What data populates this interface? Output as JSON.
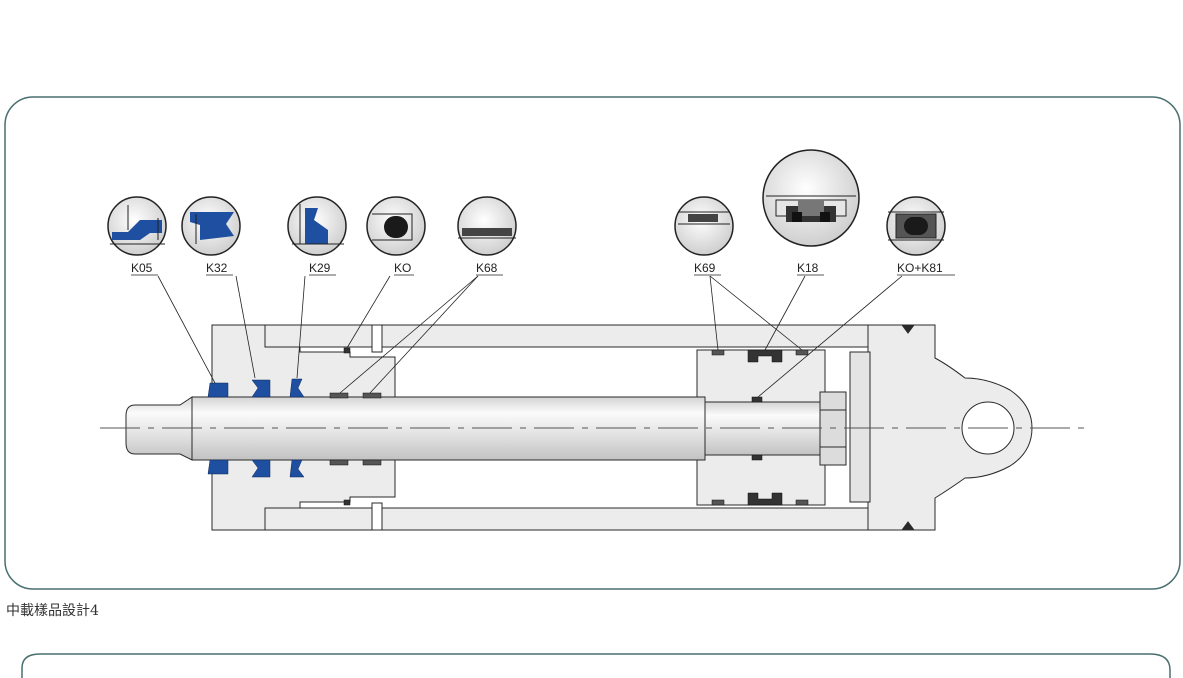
{
  "diagram": {
    "caption": "中載樣品設計4",
    "labels": {
      "k05": "K05",
      "k32": "K32",
      "k29": "K29",
      "ko": "KO",
      "k68": "K68",
      "k69": "K69",
      "k18": "K18",
      "ko_k81": "KO+K81"
    },
    "colors": {
      "frame": "#4a6f6f",
      "metal": "#ececec",
      "outline": "#2a2a2a",
      "seal_blue": "#1f4fa0",
      "seal_dark": "#333333"
    }
  }
}
